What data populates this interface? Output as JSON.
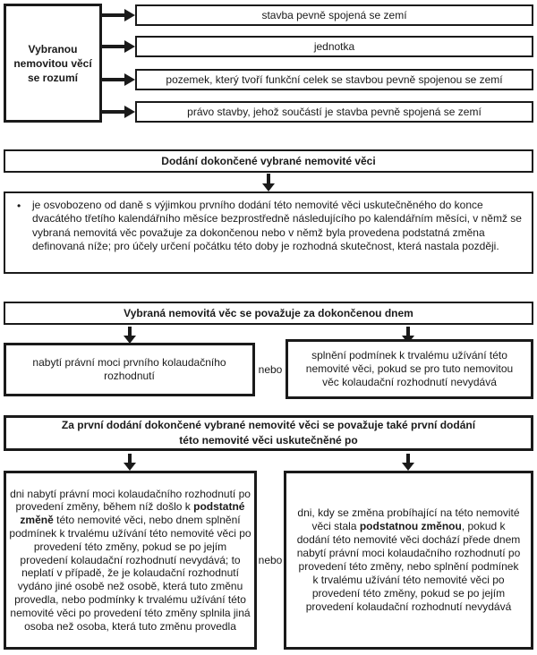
{
  "colors": {
    "ink": "#1a1a1a",
    "paper": "#ffffff"
  },
  "definition": {
    "source_label": "Vybranou nemovitou věcí se rozumí",
    "items": [
      "stavba pevně spojená se zemí",
      "jednotka",
      "pozemek, který tvoří funkční celek se stavbou pevně spojenou se zemí",
      "právo stavby, jehož součástí je stavba pevně spojená se zemí"
    ]
  },
  "delivery": {
    "header": "Dodání dokončené vybrané nemovité věci",
    "bullet": "•",
    "text": "je osvobozeno od daně s výjimkou prvního dodání této nemovité věci uskutečněného do konce dvacátého třetího kalendářního měsíce bezprostředně následujícího po kalendářním měsíci, v němž se vybraná nemovitá věc považuje za dokončenou nebo v němž byla provedena podstatná změna definovaná níže; pro účely určení počátku této doby je rozhodná skutečnost, která nastala později."
  },
  "completion": {
    "header": "Vybraná nemovitá věc se považuje za dokončenou dnem",
    "left": "nabytí právní moci prvního kolaudačního rozhodnutí",
    "connector": "nebo",
    "right": "splnění podmínek k trvalému užívání této nemovité věci, pokud se pro tuto nemovitou věc kolaudační rozhodnutí nevydává"
  },
  "first_delivery": {
    "header": "Za první dodání dokončené vybrané nemovité věci se považuje také první dodání této nemovité věci uskutečněné po",
    "connector": "nebo",
    "left": {
      "before": "dni nabytí právní moci kolaudačního rozhodnutí po provedení změny, během níž došlo k ",
      "bold": "podstatné změně",
      "after": " této nemovité věci, nebo dnem splnění podmínek k trvalému užívání této nemovité věci po provedení této změny, pokud se po jejím provedení kolaudační rozhodnutí nevydává; to neplatí v případě, že je kolaudační rozhodnutí vydáno jiné osobě než osobě, která tuto změnu provedla, nebo podmínky k trvalému užívání této nemovité věci po provedení této změny splnila jiná osoba než osoba, která tuto změnu provedla"
    },
    "right": {
      "before": "dni, kdy se změna probíhající na této nemovité věci stala ",
      "bold": "podstatnou změnou",
      "after": ", pokud k dodání této nemovité věci dochází přede dnem nabytí právní moci kolaudačního rozhodnutí po provedení této změny, nebo splnění podmínek k trvalému užívání této nemovité věci po provedení této změny, pokud se po jejím provedení kolaudační rozhodnutí nevydává"
    }
  }
}
